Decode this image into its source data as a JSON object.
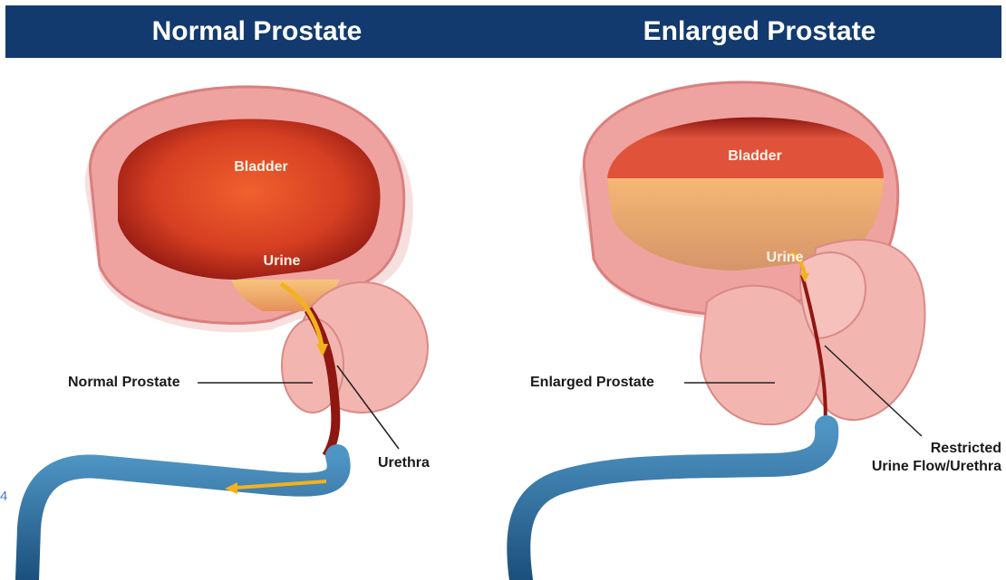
{
  "header": {
    "left_title": "Normal Prostate",
    "right_title": "Enlarged Prostate"
  },
  "left_panel": {
    "bladder_label": "Bladder",
    "urine_label": "Urine",
    "prostate_label": "Normal Prostate",
    "urethra_label": "Urethra"
  },
  "right_panel": {
    "bladder_label": "Bladder",
    "urine_label": "Urine",
    "prostate_label": "Enlarged Prostate",
    "restricted_label_line1": "Restricted",
    "restricted_label_line2": "Urine Flow/Urethra"
  },
  "edge_mark": "4",
  "colors": {
    "header_bg": "#123a6e",
    "bladder_wall": "#efa3a1",
    "bladder_inner": "#e0523a",
    "urine": "#f5b774",
    "prostate": "#f3b5b0",
    "urethra_blue": "#2b6b9e",
    "arrow": "#f3b21b"
  }
}
